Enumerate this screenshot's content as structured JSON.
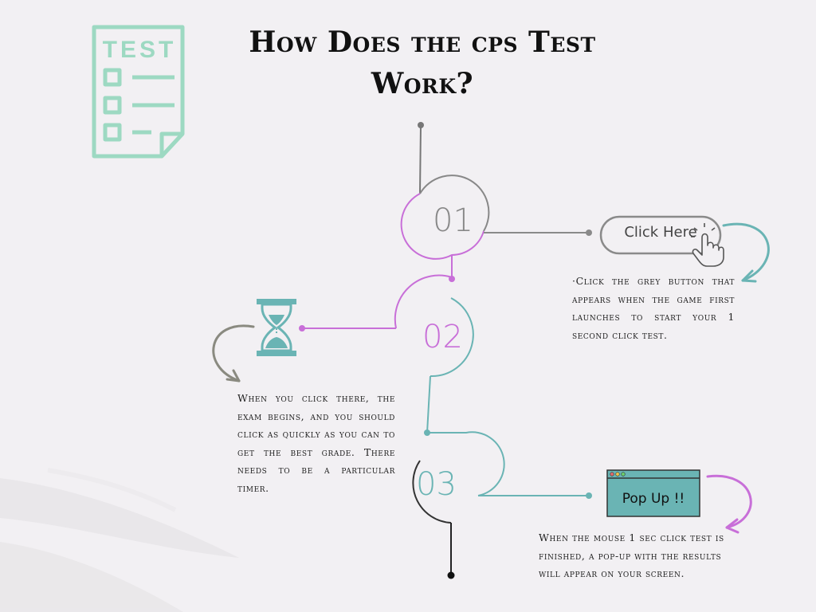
{
  "title": {
    "line1": "How Does the cps Test",
    "line2": "Work?"
  },
  "icon_label": "TEST",
  "steps": [
    {
      "number": "01",
      "description": "·Click the grey button that appears when the game first launches to start your 1 second click test."
    },
    {
      "number": "02",
      "description": "When you click there, the exam begins, and you should click as quickly as you can to get the best grade. There needs to be a particular timer."
    },
    {
      "number": "03",
      "description": "When the mouse 1 sec click test is finished, a pop-up with the results will appear on your screen."
    }
  ],
  "click_button_label": "Click Here",
  "popup_label": "Pop Up !!",
  "icons": [
    "test-document-icon",
    "hand-pointer-icon",
    "hourglass-icon",
    "popup-window-icon"
  ],
  "colors": {
    "mint": "#9dd9c2",
    "teal": "#6ab4b4",
    "purple": "#c86fd8",
    "grey": "#8a8a8a",
    "dark": "#222222"
  }
}
